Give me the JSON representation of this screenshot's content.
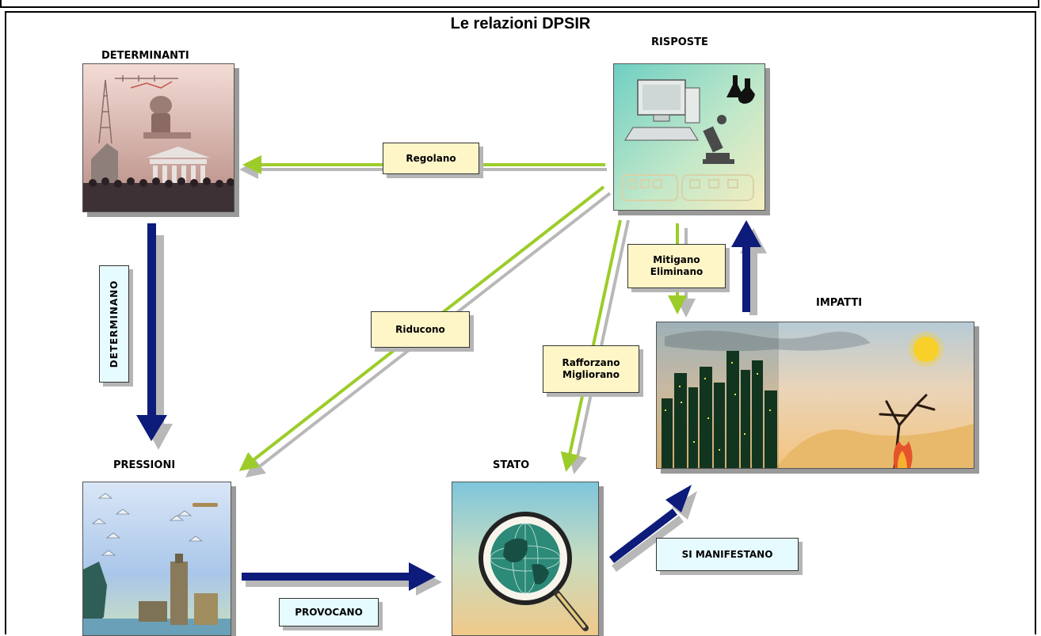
{
  "title": "Le relazioni DPSIR",
  "nodes": {
    "determinanti": "DETERMINANTI",
    "risposte": "RISPOSTE",
    "pressioni": "PRESSIONI",
    "stato": "STATO",
    "impatti": "IMPATTI"
  },
  "relations": {
    "regolano": "Regolano",
    "riducono": "Riducono",
    "mitigano": "Mitigano",
    "eliminano": "Eliminano",
    "rafforzano": "Rafforzano",
    "migliorano": "Migliorano",
    "determinano": "DETERMINANO",
    "provocano": "PROVOCANO",
    "si_manifestano": "SI MANIFESTANO"
  },
  "colors": {
    "causal_arrow": "#0d1b7a",
    "response_arrow": "#9ccc2a",
    "arrow_shadow": "#b8b8b8",
    "relation_box": "#fff6c8",
    "causal_box": "#e6fbff"
  }
}
